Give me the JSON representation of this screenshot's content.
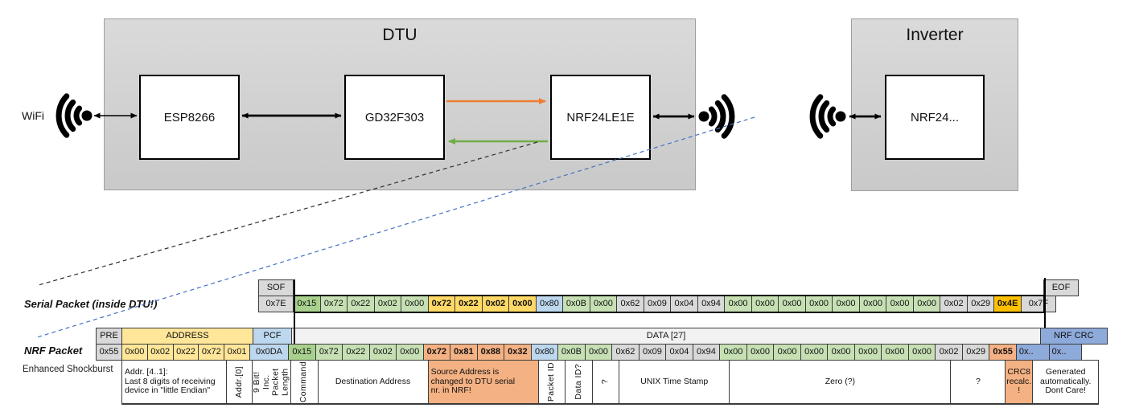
{
  "diagram": {
    "wifi_label": "WiFi",
    "dtu": {
      "title": "DTU",
      "chips": [
        "ESP8266",
        "GD32F303",
        "NRF24LE1E"
      ]
    },
    "inverter": {
      "title": "Inverter",
      "chip": "NRF24..."
    }
  },
  "colors": {
    "orange_arrow": "#ED7D31",
    "green_arrow": "#70AD47",
    "blue_dashed": "#4472C4",
    "field_gold": "#FFD966",
    "field_amber": "#FFC000",
    "field_salmon": "#F4B183",
    "field_light_green": "#C6E0B4",
    "field_dark_green": "#A9D18E",
    "field_light_blue": "#BDD7EE",
    "field_crc_blue": "#8EAADB",
    "field_yellow": "#FFE699",
    "field_gray": "#D9D9D9"
  },
  "serial_packet": {
    "label": "Serial Packet (inside DTU!)",
    "sof_label": "SOF",
    "eof_label": "EOF",
    "bytes": [
      {
        "v": "0x7E",
        "c": "gray",
        "k": "sof"
      },
      {
        "v": "0x15",
        "c": "dgreen"
      },
      {
        "v": "0x72",
        "c": "green"
      },
      {
        "v": "0x22",
        "c": "green"
      },
      {
        "v": "0x02",
        "c": "green"
      },
      {
        "v": "0x00",
        "c": "green"
      },
      {
        "v": "0x72",
        "c": "gold",
        "b": 1
      },
      {
        "v": "0x22",
        "c": "gold",
        "b": 1
      },
      {
        "v": "0x02",
        "c": "gold",
        "b": 1
      },
      {
        "v": "0x00",
        "c": "gold",
        "b": 1
      },
      {
        "v": "0x80",
        "c": "blue"
      },
      {
        "v": "0x0B",
        "c": "green"
      },
      {
        "v": "0x00",
        "c": "green"
      },
      {
        "v": "0x62",
        "c": "gray"
      },
      {
        "v": "0x09",
        "c": "gray"
      },
      {
        "v": "0x04",
        "c": "gray"
      },
      {
        "v": "0x94",
        "c": "gray"
      },
      {
        "v": "0x00",
        "c": "green"
      },
      {
        "v": "0x00",
        "c": "green"
      },
      {
        "v": "0x00",
        "c": "green"
      },
      {
        "v": "0x00",
        "c": "green"
      },
      {
        "v": "0x00",
        "c": "green"
      },
      {
        "v": "0x00",
        "c": "green"
      },
      {
        "v": "0x00",
        "c": "green"
      },
      {
        "v": "0x00",
        "c": "green"
      },
      {
        "v": "0x02",
        "c": "gray"
      },
      {
        "v": "0x29",
        "c": "gray"
      },
      {
        "v": "0x4E",
        "c": "amber",
        "b": 1
      },
      {
        "v": "0x7F",
        "c": "gray",
        "k": "sof"
      }
    ]
  },
  "nrf_packet": {
    "label": "NRF Packet",
    "sublabel": "Enhanced Shockburst",
    "headers": [
      {
        "t": "PRE",
        "c": "gray",
        "k": "pre",
        "span": 1
      },
      {
        "t": "ADDRESS",
        "c": "yellow",
        "k": "addr",
        "span": 5
      },
      {
        "t": "PCF",
        "c": "blue",
        "k": "pcf",
        "span": 1
      },
      {
        "t": "DATA [27]",
        "c": "hgray",
        "k": "byte",
        "span": 27
      },
      {
        "t": "NRF CRC",
        "c": "crc",
        "k": "crc",
        "span": 2
      }
    ],
    "bytes": [
      {
        "v": "0x55",
        "c": "gray",
        "k": "pre"
      },
      {
        "v": "0x00",
        "c": "yellow",
        "k": "addr"
      },
      {
        "v": "0x02",
        "c": "yellow",
        "k": "addr"
      },
      {
        "v": "0x22",
        "c": "yellow",
        "k": "addr"
      },
      {
        "v": "0x72",
        "c": "yellow",
        "k": "addr"
      },
      {
        "v": "0x01",
        "c": "yellow",
        "k": "addr"
      },
      {
        "v": "0x0DA",
        "c": "blue",
        "k": "pcf"
      },
      {
        "v": "0x15",
        "c": "dgreen"
      },
      {
        "v": "0x72",
        "c": "green"
      },
      {
        "v": "0x22",
        "c": "green"
      },
      {
        "v": "0x02",
        "c": "green"
      },
      {
        "v": "0x00",
        "c": "green"
      },
      {
        "v": "0x72",
        "c": "salmon",
        "b": 1
      },
      {
        "v": "0x81",
        "c": "salmon",
        "b": 1
      },
      {
        "v": "0x88",
        "c": "salmon",
        "b": 1
      },
      {
        "v": "0x32",
        "c": "salmon",
        "b": 1
      },
      {
        "v": "0x80",
        "c": "blue"
      },
      {
        "v": "0x0B",
        "c": "green"
      },
      {
        "v": "0x00",
        "c": "green"
      },
      {
        "v": "0x62",
        "c": "gray"
      },
      {
        "v": "0x09",
        "c": "gray"
      },
      {
        "v": "0x04",
        "c": "gray"
      },
      {
        "v": "0x94",
        "c": "gray"
      },
      {
        "v": "0x00",
        "c": "green"
      },
      {
        "v": "0x00",
        "c": "green"
      },
      {
        "v": "0x00",
        "c": "green"
      },
      {
        "v": "0x00",
        "c": "green"
      },
      {
        "v": "0x00",
        "c": "green"
      },
      {
        "v": "0x00",
        "c": "green"
      },
      {
        "v": "0x00",
        "c": "green"
      },
      {
        "v": "0x00",
        "c": "green"
      },
      {
        "v": "0x02",
        "c": "gray"
      },
      {
        "v": "0x29",
        "c": "gray"
      },
      {
        "v": "0x55",
        "c": "salmon",
        "b": 1
      },
      {
        "v": "0x..",
        "c": "crcbyte",
        "k": "crc"
      },
      {
        "v": "0x..",
        "c": "crcbyte",
        "k": "crc"
      }
    ],
    "annotations": [
      {
        "t": "",
        "k": "pre",
        "span": 1,
        "blank": 1
      },
      {
        "t": "Addr. [4..1]:\nLast 8 digits of receiving\ndevice in \"little Endian\"",
        "k": "addr",
        "span": 4,
        "align": "left"
      },
      {
        "t": "Addr.[0]",
        "k": "addr",
        "span": 1,
        "vert": 1
      },
      {
        "t": "9 Bit!\nInc. Packet\nLength",
        "k": "pcf",
        "span": 1,
        "vert": 1
      },
      {
        "t": "Command",
        "span": 1,
        "vert": 1
      },
      {
        "t": "Destination Address",
        "span": 4
      },
      {
        "t": "Source Address is\nchanged to DTU serial\nnr. in NRF!",
        "span": 4,
        "c": "salmon",
        "align": "left"
      },
      {
        "t": "Packet ID",
        "span": 1,
        "vert": 1
      },
      {
        "t": "Data ID?",
        "span": 1,
        "vert": 1
      },
      {
        "t": "?",
        "span": 1,
        "vert": 1
      },
      {
        "t": "UNIX Time Stamp",
        "span": 4
      },
      {
        "t": "Zero (?)",
        "span": 8
      },
      {
        "t": "?",
        "span": 2
      },
      {
        "t": "CRC8\nrecalc.\n!",
        "span": 1,
        "c": "salmon"
      },
      {
        "t": "Generated\nautomatically.\nDont Care!",
        "k": "crc",
        "span": 2
      }
    ]
  }
}
